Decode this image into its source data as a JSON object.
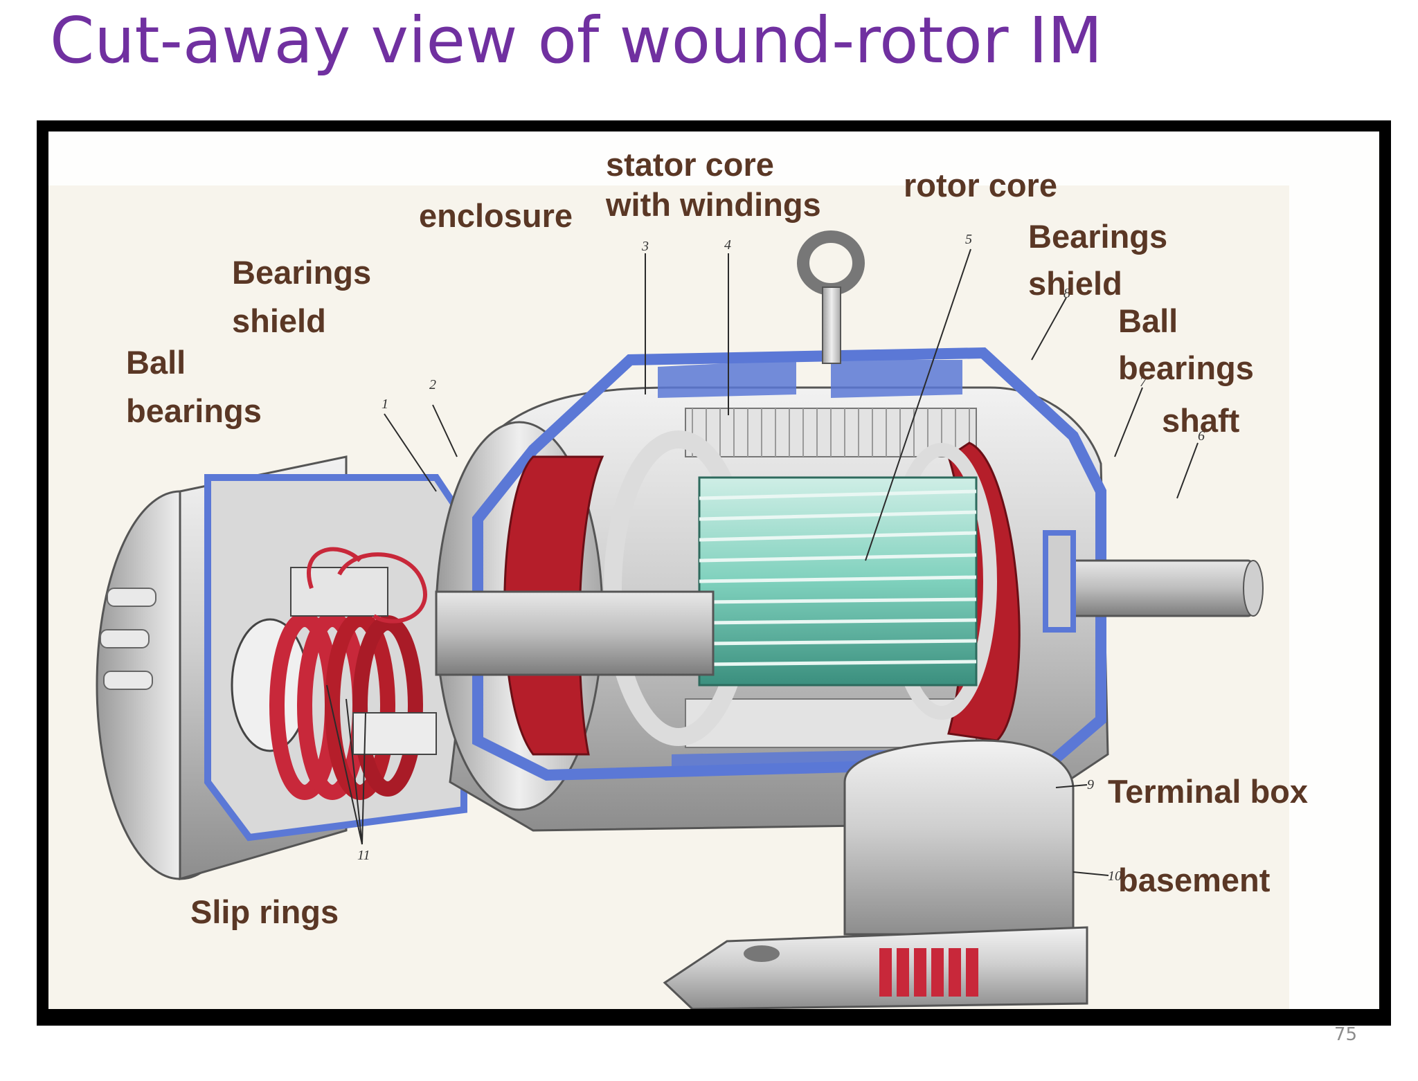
{
  "slide": {
    "title": "Cut-away view of wound-rotor IM",
    "page_number": "75"
  },
  "figure": {
    "labels": {
      "enclosure": "enclosure",
      "stator_core_line1": "stator core",
      "stator_core_line2": "with windings",
      "rotor_core": "rotor core",
      "bearings_shield_left_line1": "Bearings",
      "bearings_shield_left_line2": "shield",
      "ball_bearings_left_line1": "Ball",
      "ball_bearings_left_line2": "bearings",
      "bearings_shield_right_line1": "Bearings",
      "bearings_shield_right_line2": "shield",
      "ball_bearings_right_line1": "Ball",
      "ball_bearings_right_line2": "bearings",
      "shaft": "shaft",
      "terminal_box": "Terminal box",
      "basement": "basement",
      "slip_rings": "Slip rings"
    },
    "part_numbers": [
      "1",
      "2",
      "3",
      "4",
      "5",
      "6",
      "7",
      "8",
      "9",
      "10",
      "11"
    ],
    "colors": {
      "enclosure_section": "#5b78d6",
      "windings": "#b51e2a",
      "rotor_bars": "#7fd1bd",
      "metal": "#cfcfcf",
      "label_text": "#5a3725"
    }
  }
}
